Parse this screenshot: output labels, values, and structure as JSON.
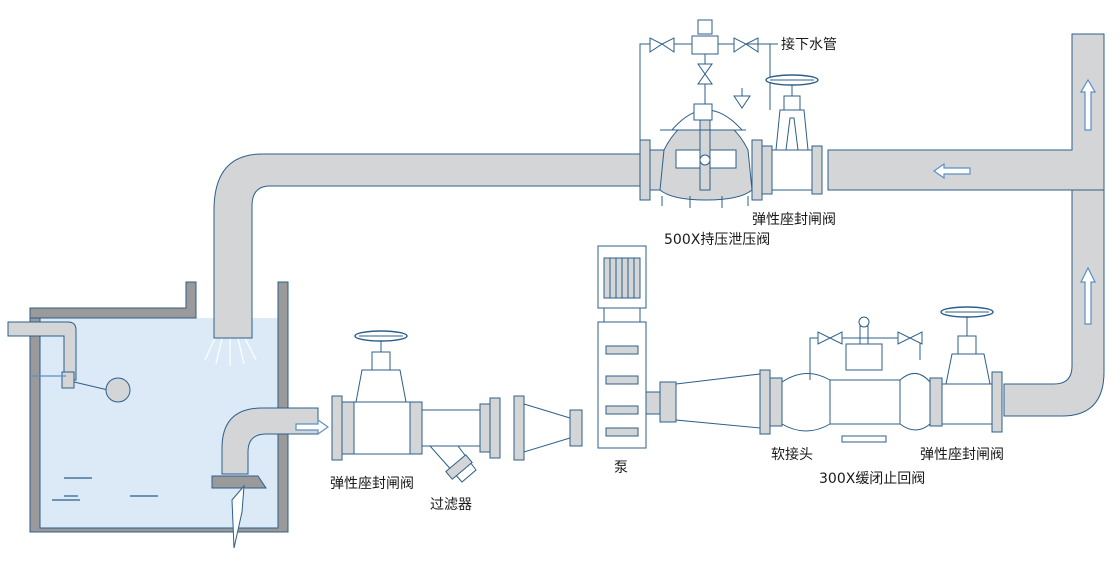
{
  "labels": {
    "drain_pipe": "接下水管",
    "gate_valve_top": "弹性座封闸阀",
    "pressure_valve": "500X持压泄压阀",
    "gate_valve_left": "弹性座封闸阀",
    "strainer": "过滤器",
    "pump": "泵",
    "flexible_joint": "软接头",
    "gate_valve_right": "弹性座封闸阀",
    "check_valve": "300X缓闭止回阀"
  },
  "colors": {
    "pipe_fill": "#d4d5d6",
    "line": "#2d5f8a",
    "water": "#dbeaf6",
    "arrow": "#5b8fc9",
    "text": "#1a1a1a"
  }
}
